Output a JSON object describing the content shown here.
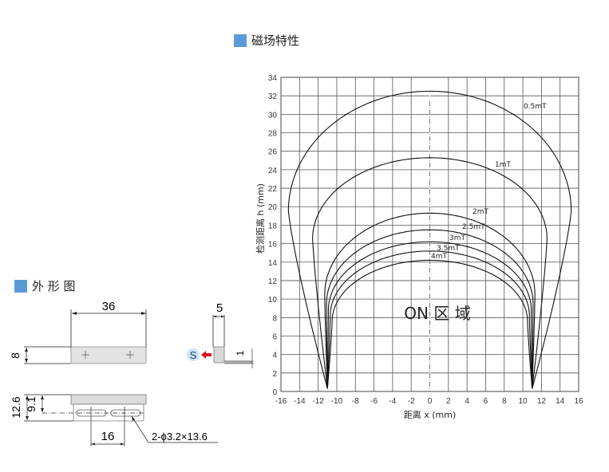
{
  "sections": {
    "magnetic_title": "磁场特性",
    "outline_title": "外 形 图"
  },
  "chart_data": {
    "type": "line",
    "title": "磁场特性",
    "xlabel": "距离 x (mm)",
    "ylabel": "检测距离 h (mm)",
    "xlim": [
      -16,
      16
    ],
    "ylim": [
      0,
      34
    ],
    "xticks": [
      -16,
      -14,
      -12,
      -10,
      -8,
      -6,
      -4,
      -2,
      0,
      2,
      4,
      6,
      8,
      10,
      12,
      14,
      16
    ],
    "yticks": [
      0,
      2,
      4,
      6,
      8,
      10,
      12,
      14,
      16,
      18,
      20,
      22,
      24,
      26,
      28,
      30,
      32,
      34
    ],
    "grid": true,
    "annotation": "ON 区 域",
    "series": [
      {
        "name": "0.5mT",
        "apex_h": 32.5,
        "max_half_width": 15.2,
        "max_width_h": 19.5,
        "base_x": 11
      },
      {
        "name": "1mT",
        "apex_h": 25.3,
        "max_half_width": 12.6,
        "max_width_h": 16.5,
        "base_x": 11
      },
      {
        "name": "2mT",
        "apex_h": 19.3,
        "max_half_width": 11.3,
        "max_width_h": 10.5,
        "base_x": 11
      },
      {
        "name": "2.5mT",
        "apex_h": 17.5,
        "max_half_width": 11.1,
        "max_width_h": 9.5,
        "base_x": 11
      },
      {
        "name": "3mT",
        "apex_h": 16.2,
        "max_half_width": 10.9,
        "max_width_h": 8.8,
        "base_x": 11
      },
      {
        "name": "3.5mT",
        "apex_h": 15.2,
        "max_half_width": 10.7,
        "max_width_h": 8.2,
        "base_x": 11
      },
      {
        "name": "4mT",
        "apex_h": 14.2,
        "max_half_width": 10.5,
        "max_width_h": 7.6,
        "base_x": 11
      }
    ]
  },
  "outline": {
    "width_dim": "36",
    "height_dim": "8",
    "thickness_dim": "5",
    "plate_dim": "1",
    "pole_label": "S",
    "overall_height_dim": "12.6",
    "slot_height_dim": "9.1",
    "slot_pitch_dim": "16",
    "slot_spec": "2-ϕ3.2×13.6"
  },
  "colors": {
    "accent": "#5b9bd5",
    "arrow": "#e0131b",
    "pole_bg": "#cfe3f5",
    "part_fill": "#e3e3e3",
    "grid": "#555555"
  }
}
